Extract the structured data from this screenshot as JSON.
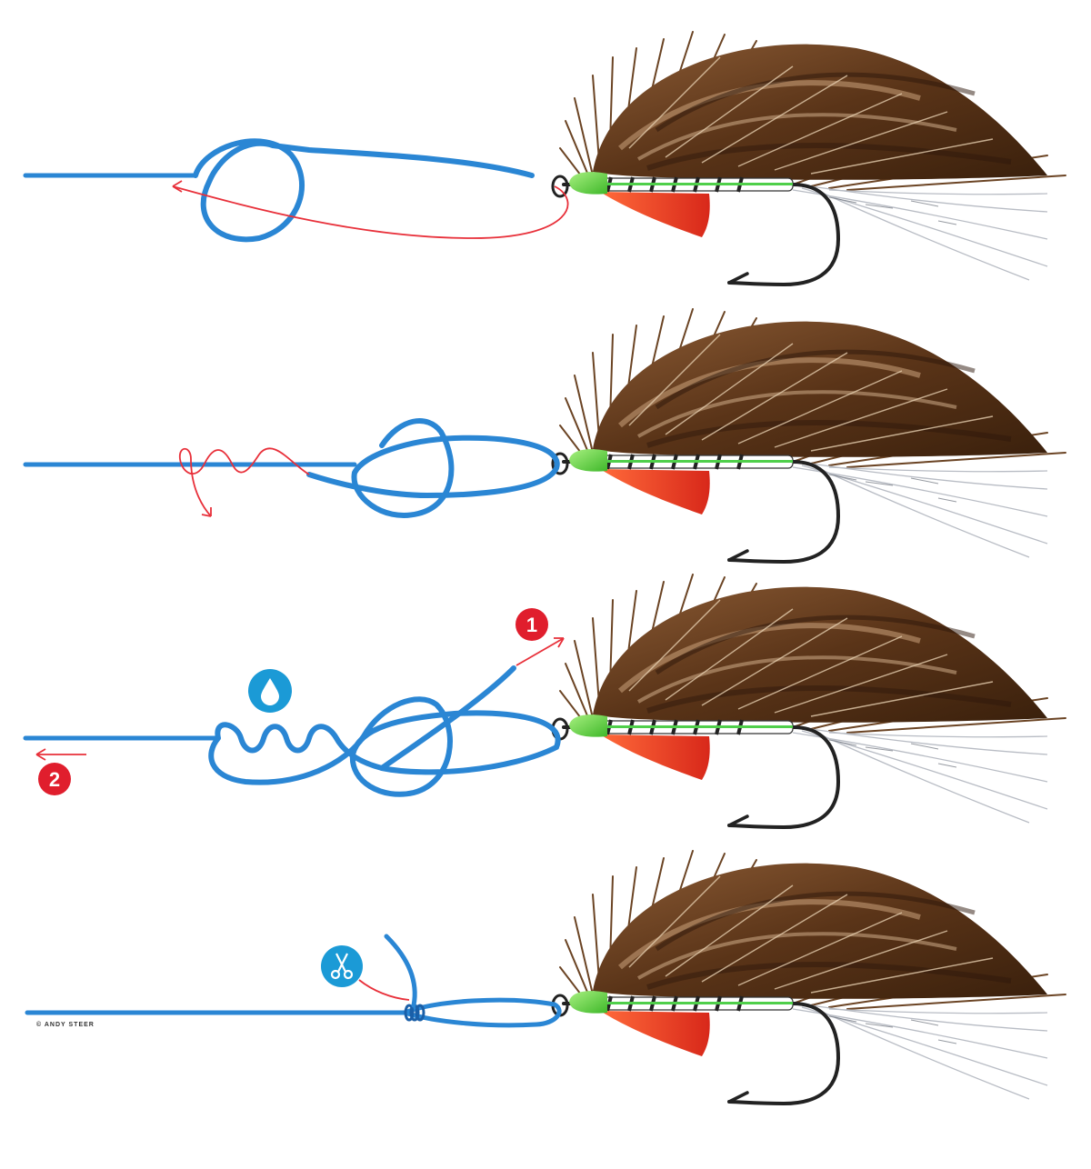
{
  "credit": "© ANDY STEER",
  "steps": [
    {
      "id": "step-1"
    },
    {
      "id": "step-2"
    },
    {
      "id": "step-3",
      "badges": [
        "1",
        "2"
      ]
    },
    {
      "id": "step-4"
    }
  ],
  "colors": {
    "line": "#2a86d4",
    "line_dark": "#1a5fa8",
    "guide": "#e8303a",
    "badge_red": "#e01e2d",
    "badge_blue": "#1b9ad6",
    "feather_dark": "#4a2c14",
    "feather_mid": "#7a5030",
    "feather_light": "#c8a480",
    "head_green": "#5fd23c",
    "tag_red": "#f0452a",
    "hook": "#222222"
  },
  "icons": [
    "water-drop-icon",
    "scissors-icon"
  ]
}
